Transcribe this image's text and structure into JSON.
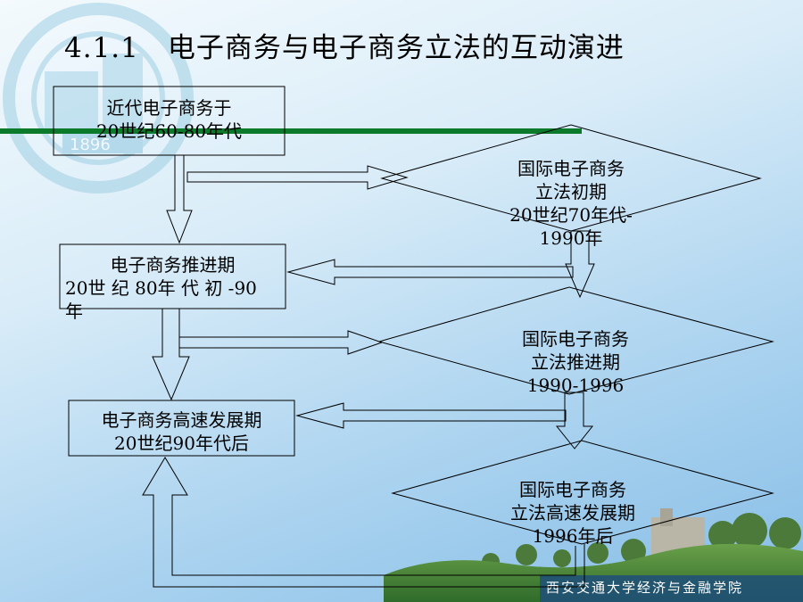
{
  "slide": {
    "title": "4.1.1　电子商务与电子商务立法的互动演进",
    "footer": "西安交通大学经济与金融学院",
    "emblem_year": "1896"
  },
  "diagram": {
    "left_stages": [
      {
        "line1": "近代电子商务于",
        "line2": "20世纪60-80年代"
      },
      {
        "line1": "电子商务推进期",
        "line2": "20世 纪 80年 代 初 -90",
        "line3": "年"
      },
      {
        "line1": "电子商务高速发展期",
        "line2": "20世纪90年代后"
      }
    ],
    "right_stages": [
      {
        "line1": "国际电子商务",
        "line2": "立法初期",
        "line3": "20世纪70年代-",
        "line4": "1990年"
      },
      {
        "line1": "国际电子商务",
        "line2": "立法推进期",
        "line3": "1990-1996"
      },
      {
        "line1": "国际电子商务",
        "line2": "立法高速发展期",
        "line3": "1996年后"
      }
    ]
  },
  "colors": {
    "accent_green": "#0b7a2a",
    "background_top": "#f4fafd",
    "background_bottom": "#86bde6"
  }
}
